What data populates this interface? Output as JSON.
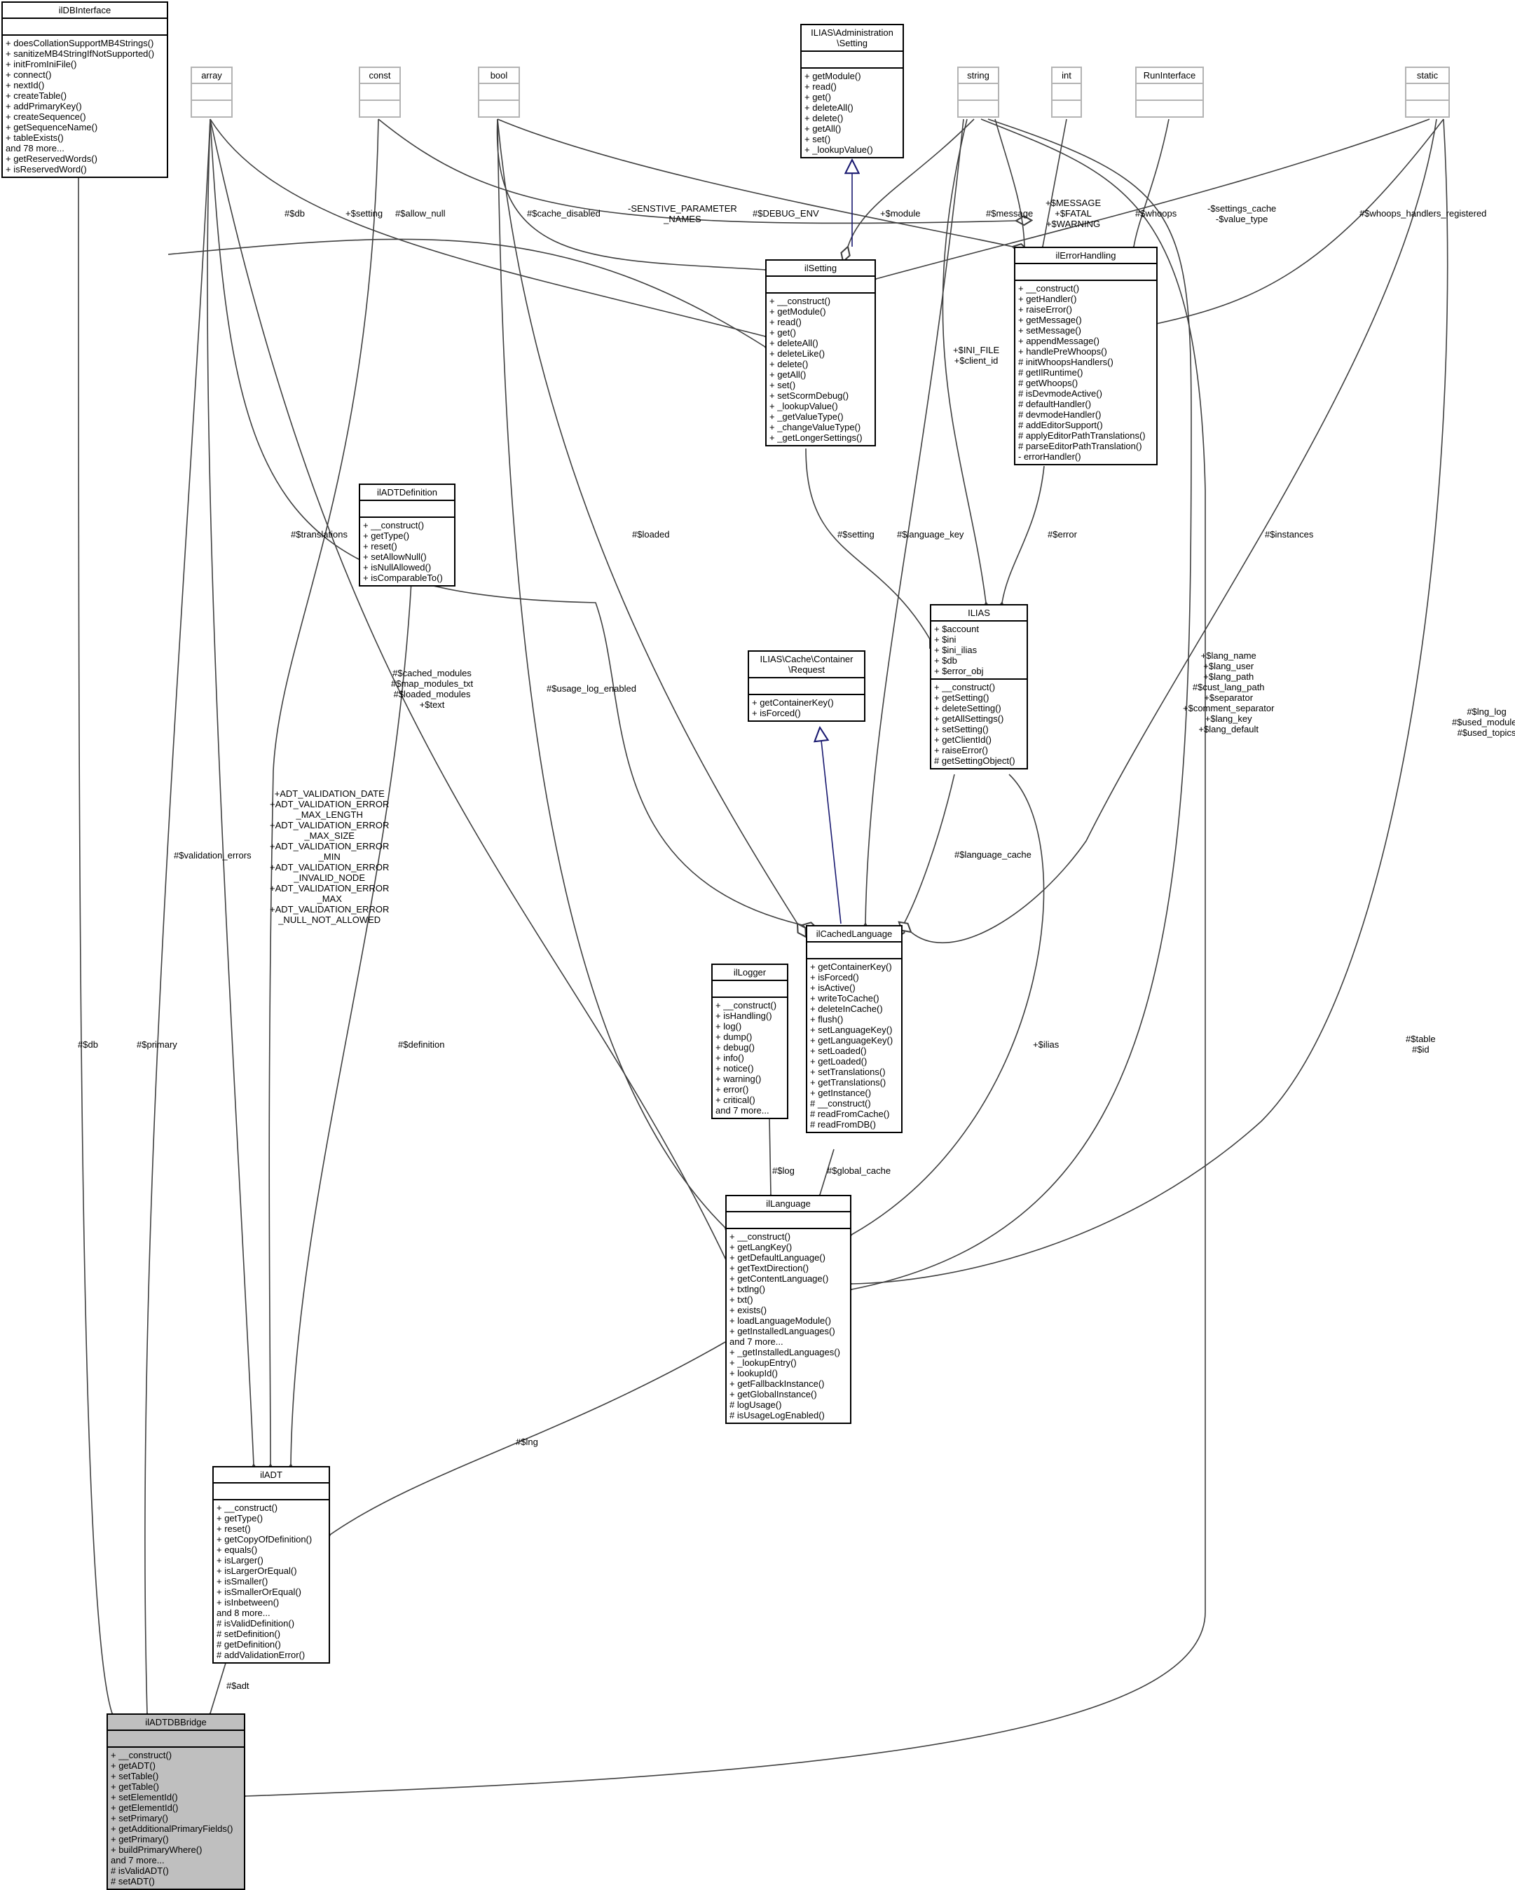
{
  "nodes": {
    "ilDBInterface": {
      "title": "ilDBInterface",
      "attrs": [],
      "ops": [
        "+ doesCollationSupportMB4Strings()",
        "+ sanitizeMB4StringIfNotSupported()",
        "+ initFromIniFile()",
        "+ connect()",
        "+ nextId()",
        "+ createTable()",
        "+ addPrimaryKey()",
        "+ createSequence()",
        "+ getSequenceName()",
        "+ tableExists()",
        "and 78 more...",
        "+ getReservedWords()",
        "+ isReservedWord()"
      ]
    },
    "array": {
      "title": "array",
      "attrs": [],
      "ops": []
    },
    "const": {
      "title": "const",
      "attrs": [],
      "ops": []
    },
    "bool": {
      "title": "bool",
      "attrs": [],
      "ops": []
    },
    "adminSetting": {
      "title": "ILIAS\\Administration\n\\Setting",
      "attrs": [],
      "ops": [
        "+ getModule()",
        "+ read()",
        "+ get()",
        "+ deleteAll()",
        "+ delete()",
        "+ getAll()",
        "+ set()",
        "+ _lookupValue()"
      ]
    },
    "string": {
      "title": "string",
      "attrs": [],
      "ops": []
    },
    "int": {
      "title": "int",
      "attrs": [],
      "ops": []
    },
    "RunInterface": {
      "title": "RunInterface",
      "attrs": [],
      "ops": []
    },
    "static": {
      "title": "static",
      "attrs": [],
      "ops": []
    },
    "ilSetting": {
      "title": "ilSetting",
      "attrs": [],
      "ops": [
        "+ __construct()",
        "+ getModule()",
        "+ read()",
        "+ get()",
        "+ deleteAll()",
        "+ deleteLike()",
        "+ delete()",
        "+ getAll()",
        "+ set()",
        "+ setScormDebug()",
        "+ _lookupValue()",
        "+ _getValueType()",
        "+ _changeValueType()",
        "+ _getLongerSettings()"
      ]
    },
    "ilErrorHandling": {
      "title": "ilErrorHandling",
      "attrs": [],
      "ops": [
        "+ __construct()",
        "+ getHandler()",
        "+ raiseError()",
        "+ getMessage()",
        "+ setMessage()",
        "+ appendMessage()",
        "+ handlePreWhoops()",
        "# initWhoopsHandlers()",
        "# getIlRuntime()",
        "# getWhoops()",
        "# isDevmodeActive()",
        "# defaultHandler()",
        "# devmodeHandler()",
        "# addEditorSupport()",
        "# applyEditorPathTranslations()",
        "# parseEditorPathTranslation()",
        "- errorHandler()"
      ]
    },
    "ilADTDefinition": {
      "title": "ilADTDefinition",
      "attrs": [],
      "ops": [
        "+ __construct()",
        "+ getType()",
        "+ reset()",
        "+ setAllowNull()",
        "+ isNullAllowed()",
        "+ isComparableTo()"
      ]
    },
    "ILIAS": {
      "title": "ILIAS",
      "attrs": [
        "+ $account",
        "+ $ini",
        "+ $ini_ilias",
        "+ $db",
        "+ $error_obj"
      ],
      "ops": [
        "+ __construct()",
        "+ getSetting()",
        "+ deleteSetting()",
        "+ getAllSettings()",
        "+ setSetting()",
        "+ getClientId()",
        "+ raiseError()",
        "# getSettingObject()"
      ]
    },
    "cacheRequest": {
      "title": "ILIAS\\Cache\\Container\n\\Request",
      "attrs": [],
      "ops": [
        "+ getContainerKey()",
        "+ isForced()"
      ]
    },
    "ilCachedLanguage": {
      "title": "ilCachedLanguage",
      "attrs": [],
      "ops": [
        "+ getContainerKey()",
        "+ isForced()",
        "+ isActive()",
        "+ writeToCache()",
        "+ deleteInCache()",
        "+ flush()",
        "+ setLanguageKey()",
        "+ getLanguageKey()",
        "+ setLoaded()",
        "+ getLoaded()",
        "+ setTranslations()",
        "+ getTranslations()",
        "+ getInstance()",
        "# __construct()",
        "# readFromCache()",
        "# readFromDB()"
      ]
    },
    "ilLogger": {
      "title": "ilLogger",
      "attrs": [],
      "ops": [
        "+ __construct()",
        "+ isHandling()",
        "+ log()",
        "+ dump()",
        "+ debug()",
        "+ info()",
        "+ notice()",
        "+ warning()",
        "+ error()",
        "+ critical()",
        "and 7 more..."
      ]
    },
    "ilLanguage": {
      "title": "ilLanguage",
      "attrs": [],
      "ops": [
        "+ __construct()",
        "+ getLangKey()",
        "+ getDefaultLanguage()",
        "+ getTextDirection()",
        "+ getContentLanguage()",
        "+ txtlng()",
        "+ txt()",
        "+ exists()",
        "+ loadLanguageModule()",
        "+ getInstalledLanguages()",
        "and 7 more...",
        "+ _getInstalledLanguages()",
        "+ _lookupEntry()",
        "+ lookupId()",
        "+ getFallbackInstance()",
        "+ getGlobalInstance()",
        "# logUsage()",
        "# isUsageLogEnabled()"
      ]
    },
    "ilADT": {
      "title": "ilADT",
      "attrs": [],
      "ops": [
        "+ __construct()",
        "+ getType()",
        "+ reset()",
        "+ getCopyOfDefinition()",
        "+ equals()",
        "+ isLarger()",
        "+ isLargerOrEqual()",
        "+ isSmaller()",
        "+ isSmallerOrEqual()",
        "+ isInbetween()",
        "and 8 more...",
        "# isValidDefinition()",
        "# setDefinition()",
        "# getDefinition()",
        "# addValidationError()"
      ]
    },
    "ilADTDBBridge": {
      "title": "ilADTDBBridge",
      "attrs": [],
      "ops": [
        "+ __construct()",
        "+ getADT()",
        "+ setTable()",
        "+ getTable()",
        "+ setElementId()",
        "+ getElementId()",
        "+ setPrimary()",
        "+ getAdditionalPrimaryFields()",
        "+ getPrimary()",
        "+ buildPrimaryWhere()",
        "and 7 more...",
        "# isValidADT()",
        "# setADT()"
      ]
    }
  },
  "edge_labels": {
    "db_setting": "#$db",
    "setting_array": "+$setting",
    "allow_null": "#$allow_null",
    "cache_disabled": "#$cache_disabled",
    "sensitive": "-SENSTIVE_PARAMETER\n_NAMES",
    "debug_env": "#$DEBUG_ENV",
    "module": "+$module",
    "message": "#$message",
    "message_fatal": "+$MESSAGE\n+$FATAL\n+$WARNING",
    "whoops": "#$whoops",
    "settings_cache": "-$settings_cache\n-$value_type",
    "whoops_registered": "#$whoops_handlers_registered",
    "ini_file": "+$INI_FILE\n+$client_id",
    "translations": "#$translations",
    "loaded": "#$loaded",
    "ilias_setting": "#$setting",
    "language_key": "#$language_key",
    "error": "#$error",
    "instances": "#$instances",
    "cached_modules": "#$cached_modules\n#$map_modules_txt\n#$loaded_modules\n+$text",
    "usage_log": "#$usage_log_enabled",
    "lang_name": "+$lang_name\n+$lang_user\n+$lang_path\n#$cust_lang_path\n+$separator\n+$comment_separator\n+$lang_key\n+$lang_default",
    "lng_log": "#$lng_log\n#$used_modules\n#$used_topics",
    "adt_validation": "+ADT_VALIDATION_DATE\n+ADT_VALIDATION_ERROR\n_MAX_LENGTH\n+ADT_VALIDATION_ERROR\n_MAX_SIZE\n+ADT_VALIDATION_ERROR\n_MIN\n+ADT_VALIDATION_ERROR\n_INVALID_NODE\n+ADT_VALIDATION_ERROR\n_MAX\n+ADT_VALIDATION_ERROR\n_NULL_NOT_ALLOWED",
    "validation_errors": "#$validation_errors",
    "language_cache": "#$language_cache",
    "ilias": "+$ilias",
    "db_bridge": "#$db",
    "primary": "#$primary",
    "definition": "#$definition",
    "table_id": "#$table\n#$id",
    "log": "#$log",
    "global_cache": "#$global_cache",
    "lng": "#$lng",
    "adt": "#$adt"
  },
  "colors": {
    "generalization": "#191970",
    "association": "#404040",
    "ghost_border": "#b3b3b3",
    "focus_fill": "#bfbfbf"
  }
}
